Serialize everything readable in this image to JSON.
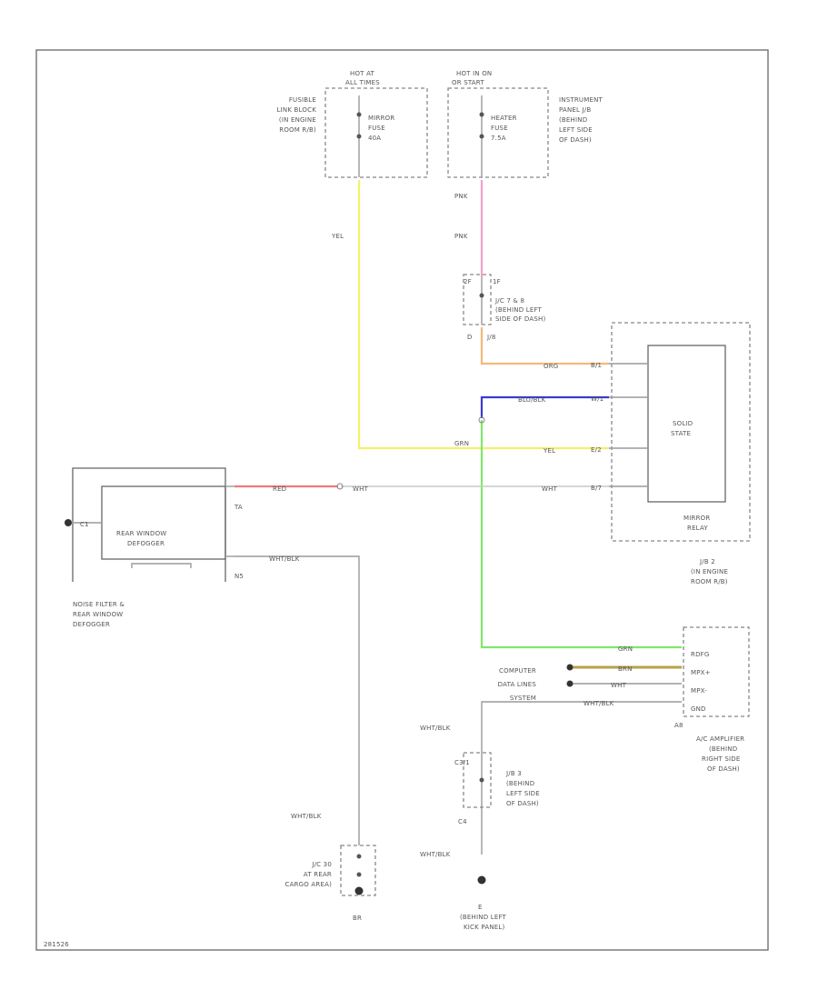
{
  "fuse_left": {
    "header": [
      "HOT AT",
      "ALL TIMES"
    ],
    "location": [
      "FUSIBLE",
      "LINK BLOCK",
      "(IN ENGINE",
      "ROOM R/B)"
    ],
    "fuse": [
      "MIRROR",
      "FUSE",
      "40A"
    ]
  },
  "fuse_right": {
    "header": [
      "HOT IN ON",
      "OR START"
    ],
    "location": [
      "INSTRUMENT",
      "PANEL J/B",
      "(BEHIND",
      "LEFT SIDE",
      "OF DASH)"
    ],
    "fuse": [
      "HEATER",
      "FUSE",
      "7.5A"
    ]
  },
  "wire_labels": {
    "yel_top": "YEL",
    "pnk_top": "PNK",
    "pnk_mid": "PNK",
    "org": "ORG",
    "blu_blk": "BLU/BLK",
    "grn_mid": "GRN",
    "yel_relay": "YEL",
    "red": "RED",
    "wht_1": "WHT",
    "wht_2": "WHT",
    "wht_blk_1": "WHT/BLK",
    "grn_amp": "GRN",
    "brn_amp": "BRN",
    "wht_amp": "WHT",
    "wht_blk_amp": "WHT/BLK",
    "wht_blk_v": "WHT/BLK",
    "wht_blk_v2": "WHT/BLK",
    "wht_blk_v3": "WHT/BLK"
  },
  "junction_jc": {
    "pins": [
      "2F",
      "1F"
    ],
    "label": [
      "J/C 7 & 8",
      "(BEHIND LEFT",
      "SIDE OF DASH)"
    ],
    "bottom": [
      "D",
      "J/8"
    ]
  },
  "relay": {
    "inner": [
      "SOLID",
      "STATE"
    ],
    "name": [
      "MIRROR",
      "RELAY"
    ],
    "pins": [
      "B/1",
      "W/1",
      "E/2",
      "B/7"
    ],
    "jb_label": [
      "J/B 2",
      "(IN ENGINE",
      "ROOM R/B)"
    ]
  },
  "defogger": {
    "inner": [
      "REAR WINDOW",
      "DEFOGGER"
    ],
    "pins": [
      "TA",
      "N5"
    ],
    "label": [
      "NOISE FILTER &",
      "REAR WINDOW",
      "DEFOGGER"
    ],
    "connector": "C1"
  },
  "amplifier": {
    "pins": [
      "RDFG",
      "MPX+",
      "MPX-",
      "GND"
    ],
    "label": [
      "A/C AMPLIFIER",
      "(BEHIND",
      "RIGHT SIDE",
      "OF DASH)"
    ],
    "connector": "A8",
    "data_lines": [
      "COMPUTER",
      "DATA LINES",
      "SYSTEM"
    ]
  },
  "jb3": {
    "pin": "C3/1",
    "label": [
      "J/B 3",
      "(BEHIND",
      "LEFT SIDE",
      "OF DASH)"
    ],
    "bottom": "C4"
  },
  "jc_rear": {
    "label": [
      "J/C 30",
      "AT REAR",
      "CARGO AREA)"
    ],
    "ground": "BR"
  },
  "ground_left": {
    "id": "E",
    "label": [
      "(BEHIND LEFT",
      "KICK PANEL)"
    ]
  },
  "footer_code": "281526",
  "colors": {
    "yel": "#f4f06a",
    "pnk": "#f2a0c8",
    "org": "#f4b877",
    "blu": "#3a3ad2",
    "grn": "#7ee86a",
    "red": "#f07a7a",
    "brn": "#b9a24a",
    "wht": "#c8c8c8"
  }
}
